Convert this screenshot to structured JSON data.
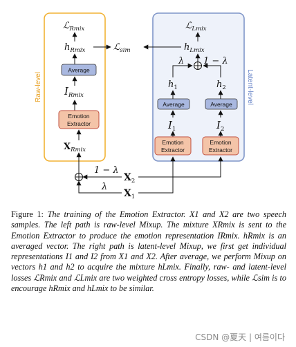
{
  "diagram": {
    "raw_path": {
      "side_label": "Raw-level",
      "loss": "ℒRmix",
      "vector": "hRmix",
      "average": "Average",
      "representation": "IRmix",
      "extractor_line1": "Emotion",
      "extractor_line2": "Extractor",
      "input": "XRmix"
    },
    "latent_path": {
      "side_label": "Latent-level",
      "loss": "ℒLmix",
      "vector": "hLmix",
      "lambda_left": "λ",
      "one_minus_lambda_right": "1 − λ",
      "h1": "h1",
      "h2": "h2",
      "average_left": "Average",
      "average_right": "Average",
      "i1": "I1",
      "i2": "I2",
      "extractor_left_line1": "Emotion",
      "extractor_left_line2": "Extractor",
      "extractor_right_line1": "Emotion",
      "extractor_right_line2": "Extractor"
    },
    "sim_loss": "ℒsim",
    "bottom": {
      "one_minus_lambda": "1 − λ",
      "lambda": "λ",
      "x2": "X2",
      "x1": "X1"
    }
  },
  "caption": {
    "figure_label": "Figure 1:",
    "text": "The training of the Emotion Extractor. X1 and X2 are two speech samples. The left path is raw-level Mixup. The mixture XRmix is sent to the Emotion Extractor to produce the emotion representation IRmix. hRmix is an averaged vector. The right path is latent-level Mixup, we first get individual representations I1 and I2 from X1 and X2. After average, we perform Mixup on vectors h1 and h2 to acquire the mixture hLmix. Finally, raw- and latent-level losses ℒRmix and ℒLmix are two weighted cross entropy losses, while ℒsim is to encourage hRmix and hLmix to be similar."
  },
  "watermark": "CSDN @夏天 | 여름이다",
  "colors": {
    "raw_box_border": "#f2b233",
    "latent_box_border": "#7f95c8",
    "latent_box_fill": "#eef2fa",
    "raw_side_label": "#e8a020",
    "latent_side_label": "#6a86c8",
    "average_fill": "#a9b8e0",
    "extractor_fill": "#f4c4a8",
    "extractor_border": "#c05040"
  }
}
